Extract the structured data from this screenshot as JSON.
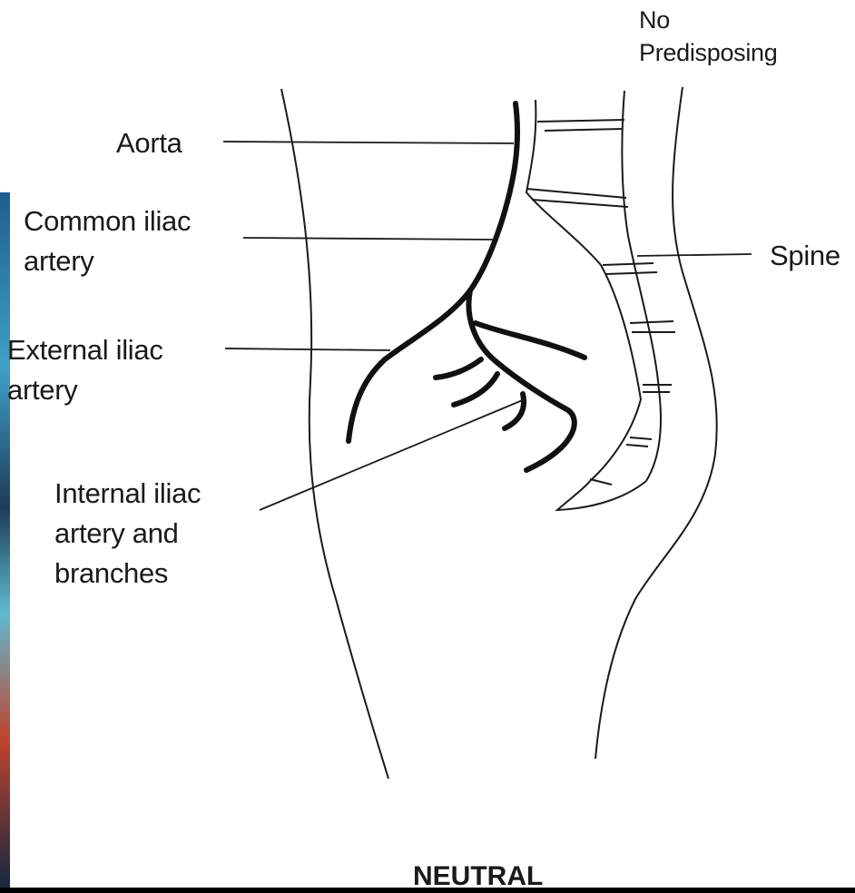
{
  "labels": {
    "top_note": [
      "No",
      "Predisposing"
    ],
    "aorta": "Aorta",
    "common_iliac": [
      "Common iliac",
      "artery"
    ],
    "spine": "Spine",
    "external_iliac": [
      "External iliac",
      "artery"
    ],
    "internal_iliac": [
      "Internal iliac",
      "artery and",
      "branches"
    ],
    "caption": "NEUTRAL"
  },
  "colors": {
    "ink": "#1a1a1a",
    "background": "#ffffff",
    "left_strip": "#2a6fa8"
  }
}
